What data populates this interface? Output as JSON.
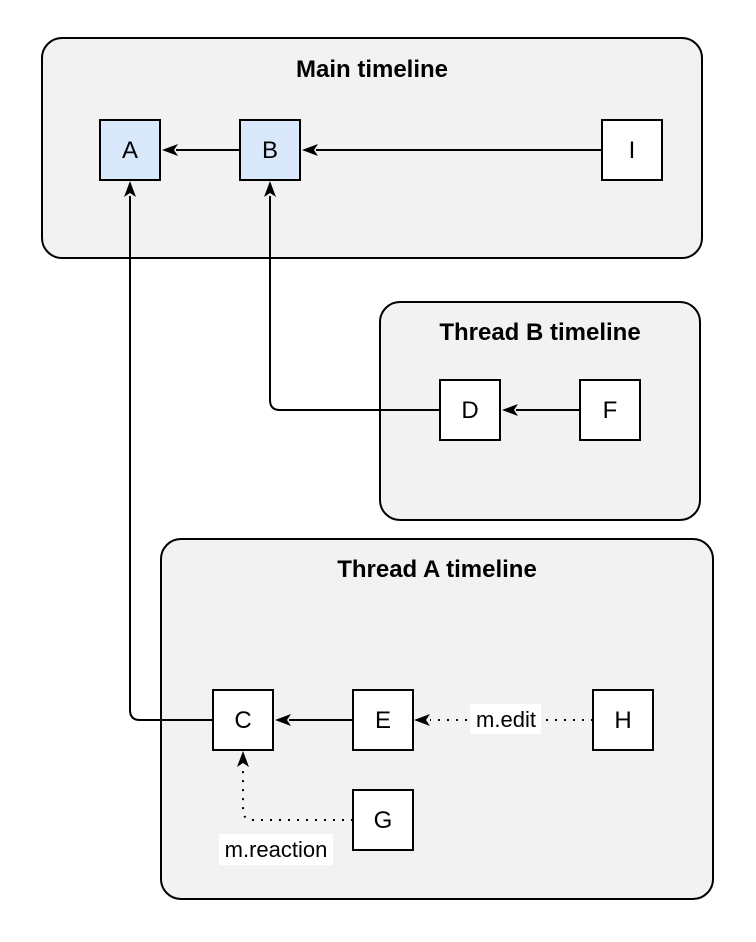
{
  "diagram": {
    "main_timeline": {
      "title": "Main timeline"
    },
    "thread_b_timeline": {
      "title": "Thread B timeline"
    },
    "thread_a_timeline": {
      "title": "Thread A timeline"
    },
    "nodes": {
      "a": "A",
      "b": "B",
      "c": "C",
      "d": "D",
      "e": "E",
      "f": "F",
      "g": "G",
      "h": "H",
      "i": "I"
    },
    "edge_labels": {
      "edit": "m.edit",
      "reaction": "m.reaction"
    },
    "colors": {
      "container_fill": "#f2f2f2",
      "highlight_node_fill": "#dae8fc",
      "node_fill": "#ffffff",
      "stroke": "#000000"
    }
  }
}
